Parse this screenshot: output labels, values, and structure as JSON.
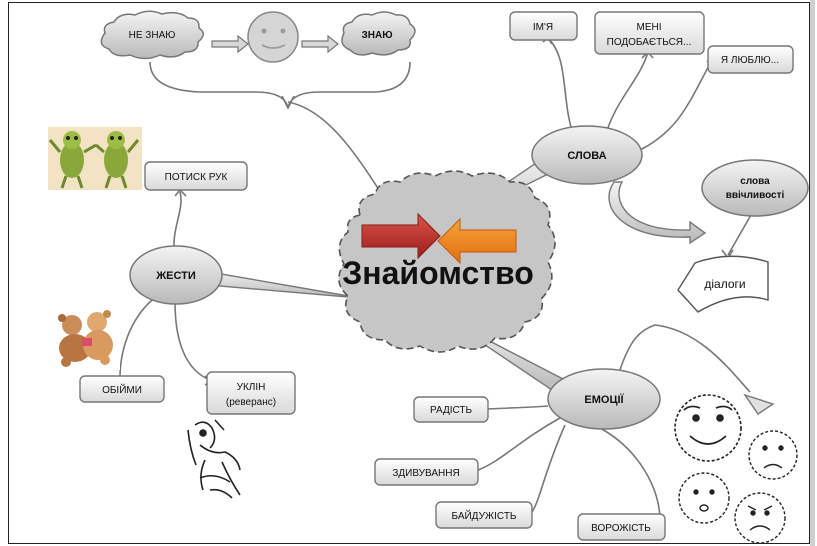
{
  "center": {
    "title": "Знайомство"
  },
  "top_row": {
    "not_know": "НЕ ЗНАЮ",
    "know": "ЗНАЮ"
  },
  "words": {
    "label": "СЛОВА",
    "name": "ІМ'Я",
    "like_line1": "МЕНІ",
    "like_line2": "ПОДОБАЄТЬСЯ...",
    "love": "Я ЛЮБЛЮ...",
    "polite_line1": "слова",
    "polite_line2": "ввічливості",
    "dialogues": "діалоги"
  },
  "gestures": {
    "label": "ЖЕСТИ",
    "handshake": "ПОТИСК РУК",
    "hugs": "ОБІЙМИ",
    "bow_line1": "УКЛІН",
    "bow_line2": "(реверанс)"
  },
  "emotions": {
    "label": "ЕМОЦІЇ",
    "joy": "РАДІСТЬ",
    "surprise": "ЗДИВУВАННЯ",
    "indifference": "БАЙДУЖІСТЬ",
    "hostility": "ВОРОЖІСТЬ"
  },
  "icons": [
    "smiley-face-icon",
    "frog-cartoon-icon",
    "teddy-bears-icon",
    "bowing-figure-icon",
    "happy-face-icon",
    "sad-face-icon",
    "worried-face-icon",
    "angry-face-icon"
  ]
}
